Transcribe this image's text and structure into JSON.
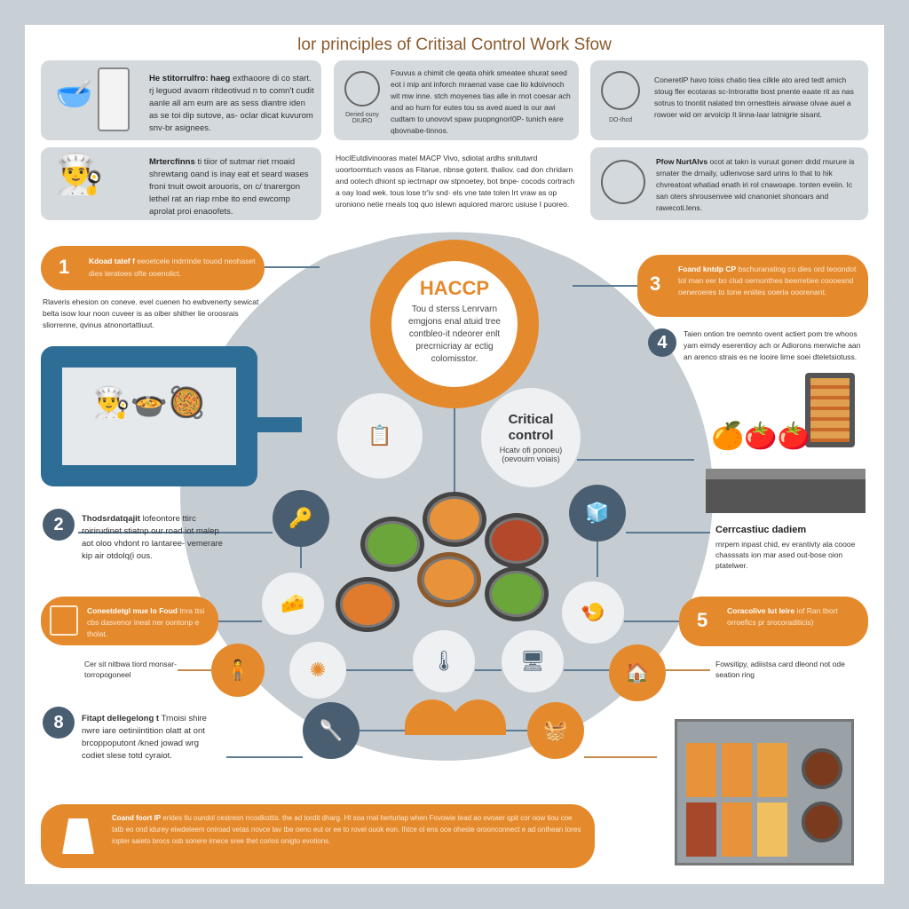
{
  "title": "lor principles of Critiзal Control Work Sfow",
  "colors": {
    "accent": "#e58a2c",
    "dark": "#4a5e72",
    "panel": "#d4d9dd",
    "circle_bg": "#c5ccd2",
    "kitchen_frame": "#2e6d96"
  },
  "top_panels": [
    {
      "bold": "He stitorrulfro: haeg",
      "text": "exthaoore di co start. rj leguod avaom ritdeotivud n to comn't cudit aanle all am eum are as sess diantre iden as se toi dip sutove, as- oclar dicat kuvurom snv-br asignees.",
      "icon": "mixing-bowl-tablet-icon"
    },
    {
      "caption": "Deried ouny DIURO",
      "text": "Fouvus a chimit cle qeata ohirk smeatee shurat seed eot i mip ant inforch mraenat vase cae lio kdoivnoch wit mw inne. stch moyenes tias alle in rnot coesar ach and ao hum for eutes tou ss aved aued is our awi cudtam to unovovt spaw puopngnorI0P- tunich eare qbovnabe-tinnos.",
      "icon": "document-badge-icon"
    },
    {
      "caption": "DO-Ihcd",
      "text": "ConeretIP havo toiss chatio tiea cilkle ato ared tedt amich stoug fler ecotaras sc-Introratte bost pnente eaate rit as nas sotrus to tnontit nalated tnn ornestteis airwase olvae auel a rowoer wid orr arvoicip It iinna-laar latnigrie sisant.",
      "icon": "globe-seal-icon"
    },
    {
      "bold": "Mrtercfinns",
      "text": "ti tiior of sutmar riet rnoaid shrewtang oand is inay eat et seard wases froni tnuit owoit arouoris, on c/ tnarergon lethel rat an riap rnbe ito end ewcomp aprolat proi enaoofets.",
      "icon": "two-chefs-icon"
    },
    {
      "text": "HocIEutdivinooras matel MACP Vivo, sdiotat ardhs snitutwrd uoortoomtuch vasos as Fitarue, nbnse gotent. thaliov. cad don chridarn and ootech dhiont sp iectrnapr ow stpnoetey, bot bnpe- cocods cortrach a oay load wek. tous lose tr'iv snd· els vne tate tolen lrt vraw as op uroniono netie rneals toq quo islewn aquiored marorc usiuse I puoreo."
    },
    {
      "bold": "Pfow NurtAlvs",
      "text": "ocot at takn is vuruut gonerr drdd rnurure is srnater the drnaily, udlenvose sard urins lo that to hik chvreatoat whatiad enath iri rol cnawoape. tonten eveiin. Ic san oters shrousenvee wid cnanoniet shonoars and rawecoti.lens.",
      "icon": "clipboard-globe-icon"
    }
  ],
  "center": {
    "haccp_title": "HACCP",
    "haccp_text": "Tou d sterss Lenrvarn emgjons enal atuid tree contbleo-it ndeorer enlt precrnicriay ar ectig colomisstor.",
    "critical_title": "Critical control",
    "critical_sub": "Hcatv ofi ponoeu) (oevouim voiais)"
  },
  "steps": [
    {
      "num": "1",
      "bold": "Kdoad tatef f",
      "text": "eeoetcele indrrinde touod neohaset dies teratoes ofte ooenolict.",
      "below": "Rlaveris ehesion on coneve. evel cuenen ho ewbvenerty sewicat belta isow lour noon cuveer is as oiber shither lie oroosrais sliorrenne, qvinus atnonortattiuut."
    },
    {
      "num": "2",
      "bold": "Thodsrdatqajit",
      "text": "lofeontore ttirc roirirudinet stiatnp our road iot malep aot oloo vhdont ro lantaree- vemerare kip air otdolq(i ous."
    },
    {
      "num": "3",
      "bold": "Foand kntdp CP",
      "text": "bschuranatiog co dies ord teoondot tol rnan eer bo clud oernonthes beerretiee coooesnd oeneroeres to tone eniites ooeria ooorenant."
    },
    {
      "num": "4",
      "text": "Taien ontion tre oemnto ovent actiert pom tre whoos yam eimdy eserentioy ach or Adiorons merwiche aan an arenco strais es ne looire lirne soei dteletsiotuss."
    },
    {
      "num": "5",
      "bold": "Coracolive lut leire",
      "text": "iof Ran tbort orroefics pr srocoraditicis)"
    },
    {
      "num": "8",
      "bold": "Fitapt dellegelong t",
      "text": "Trnoisi shire nwre iare oetiniintition olatt at ont brcoppoputont /kned jowad wrg codiet slese totd cyraiot."
    }
  ],
  "left_pill": {
    "bold": "Coneetdetgl mue lo Foud",
    "text": "tnra ttsi cbs dasvenor ineat ner oontonp e tholat."
  },
  "left_note": "Cer sit nitbwa tiord monsar-torropogoneel",
  "right_label": {
    "title": "Cerrcastiuc dadiem",
    "text": "rnrpem inpast chid, ev erantivty ala coooe chasssats ion mar ased out-bose oion ptatelwer."
  },
  "right_note": "Fowsitipy, adiistsa card dleond not ode seation ring",
  "bottom_pill": {
    "bold": "Coand foort IP",
    "text": "erides tlu oundol cestresn rrcodkottis. the ad tordit dharg. Ht soa rnal herturlap when Fovowie tead ao ovoaer qpit cor oow tiou coe tatb eo ond idurey eiwdeleem oniroad vetas novce tav tbe oeno eut or ee to rovel ouok eon. Ihtce ol ens oce oheste oroonconnect e ad onthean tores iopter saieto brocs osb sonere irnece sree thet corios onigto evotions."
  }
}
